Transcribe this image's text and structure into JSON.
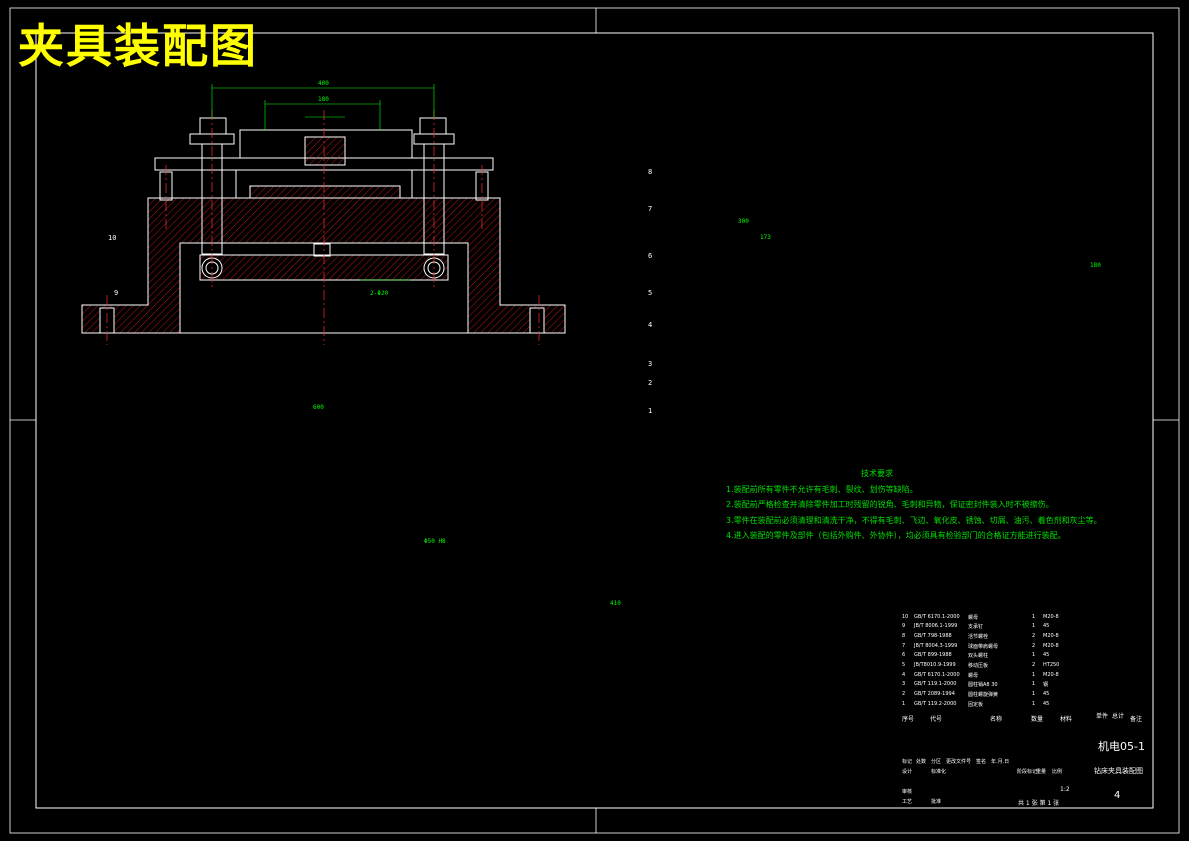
{
  "drawing_title": "夹具装配图",
  "technical_requirements": {
    "heading": "技术要求",
    "items": [
      "1.装配前所有零件不允许有毛刺、裂纹、划伤等缺陷。",
      "2.装配前严格检查并清除零件加工时残留的锐角、毛刺和异物，保证密封件装入时不被擦伤。",
      "3.零件在装配前必须清理和清洗干净，不得有毛刺、飞边、氧化皮、锈蚀、切屑、油污、着色剂和灰尘等。",
      "4.进入装配的零件及部件（包括外购件、外协件），均必须具有检验部门的合格证方能进行装配。"
    ]
  },
  "callouts": [
    "8",
    "7",
    "6",
    "5",
    "4",
    "3",
    "2",
    "1",
    "10",
    "9"
  ],
  "dimensions": {
    "front_overall": "400",
    "front_inner": "180",
    "plan_width": "600",
    "plan_height": "410",
    "side_height_a": "300",
    "side_height_b": "173",
    "side_height_c": "180",
    "hole_note": "2-Φ20",
    "dia_note": "Φ50 H8"
  },
  "parts_list": {
    "rows": [
      {
        "no": "10",
        "code": "GB/T 6170.1-2000",
        "name": "螺母",
        "qty": "1",
        "material": "M20-8"
      },
      {
        "no": "9",
        "code": "JB/T 8006.1-1999",
        "name": "支承钉",
        "qty": "1",
        "material": "45"
      },
      {
        "no": "8",
        "code": "GB/T 798-1988",
        "name": "活节螺栓",
        "qty": "2",
        "material": "M20-8"
      },
      {
        "no": "7",
        "code": "JB/T 8004.3-1999",
        "name": "球面带肩螺母",
        "qty": "2",
        "material": "M20-8"
      },
      {
        "no": "6",
        "code": "GB/T 899-1988",
        "name": "双头螺柱",
        "qty": "1",
        "material": "45"
      },
      {
        "no": "5",
        "code": "JB/T8010.9-1999",
        "name": "移动压板",
        "qty": "2",
        "material": "HT250"
      },
      {
        "no": "4",
        "code": "GB/T 6170.1-2000",
        "name": "螺母",
        "qty": "1",
        "material": "M20-8"
      },
      {
        "no": "3",
        "code": "GB/T 119.1-2000",
        "name": "圆柱销A8 30",
        "qty": "1",
        "material": "钢"
      },
      {
        "no": "2",
        "code": "GB/T 2089-1994",
        "name": "圆柱螺旋弹簧",
        "qty": "1",
        "material": "45"
      },
      {
        "no": "1",
        "code": "GB/T 119.2-2000",
        "name": "固定板",
        "qty": "1",
        "material": "45"
      }
    ],
    "header": {
      "no": "序号",
      "code": "代号",
      "name": "名称",
      "qty": "数量",
      "material": "材料",
      "unit_weight": "单件",
      "total_weight": "总计",
      "remark": "备注"
    }
  },
  "title_block": {
    "drawing_number": "机电05-1",
    "drawing_name": "钻床夹具装配图",
    "sheet": "4",
    "scale": "1:2",
    "sheet_info": "共 1 张  第 1 张",
    "labels": [
      "标记",
      "处数",
      "分区",
      "更改文件号",
      "签名",
      "年.月.日",
      "设计",
      "标准化",
      "审核",
      "工艺",
      "批准",
      "阶段标记",
      "重量",
      "比例"
    ]
  },
  "colors": {
    "background": "#000000",
    "outline": "#ffffff",
    "dimension": "#00ff00",
    "centerline": "#ff3030",
    "title": "#ffff00",
    "hatch": "#ff2020"
  }
}
